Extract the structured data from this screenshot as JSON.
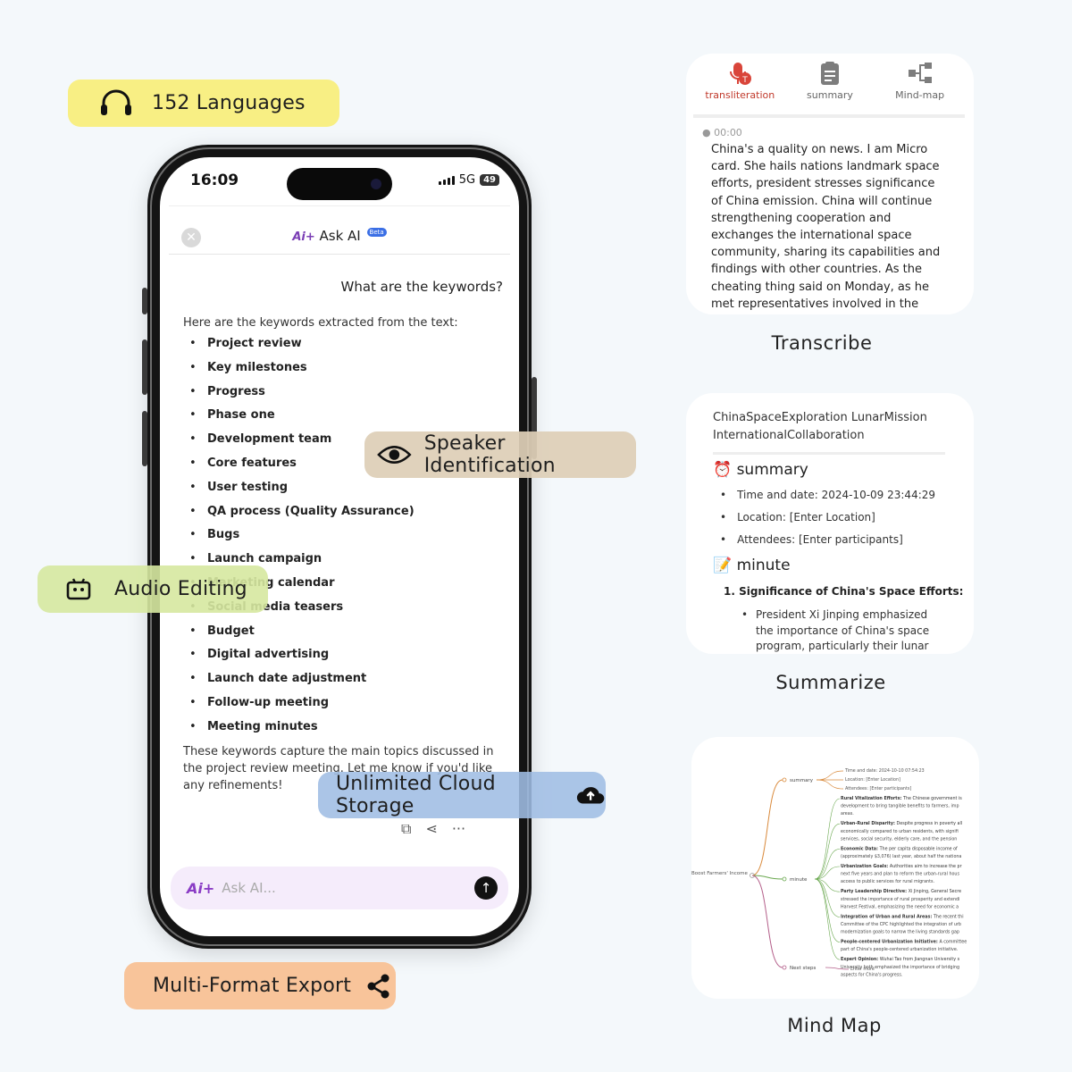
{
  "badges": {
    "languages": "152 Languages",
    "speaker": "Speaker Identification",
    "audio": "Audio Editing",
    "cloud": "Unlimited Cloud Storage",
    "export": "Multi-Format Export"
  },
  "phone": {
    "status": {
      "time": "16:09",
      "network": "5G",
      "battery": "49"
    },
    "header": {
      "logo": "Ai+",
      "title": "Ask AI",
      "badge": "Beta"
    },
    "question": "What are the keywords?",
    "intro": "Here are the keywords extracted from the text:",
    "keywords": [
      "Project review",
      "Key milestones",
      "Progress",
      "Phase one",
      "Development team",
      "Core features",
      "User testing",
      "QA process (Quality Assurance)",
      "Bugs",
      "Launch campaign",
      "Marketing calendar",
      "Social media teasers",
      "Budget",
      "Digital advertising",
      "Launch date adjustment",
      "Follow-up meeting",
      "Meeting minutes"
    ],
    "closing": "These keywords capture the main topics discussed in the project review meeting. Let me know if you'd like any refinements!",
    "input": {
      "logo": "Ai+",
      "placeholder": "Ask AI..."
    }
  },
  "transcribe": {
    "tabs": [
      {
        "label": "transliteration",
        "icon": "mic-icon"
      },
      {
        "label": "summary",
        "icon": "document-icon"
      },
      {
        "label": "Mind-map",
        "icon": "mindmap-icon"
      }
    ],
    "timestamp": "00:00",
    "text": "China's a quality on news. I am Micro card. She hails nations landmark space efforts, president stresses significance of China emission. China will continue strengthening cooperation and exchanges the international space community, sharing its capabilities and findings with other countries. As the cheating thing said on Monday, as he met representatives involved in the",
    "caption": "Transcribe"
  },
  "summarize": {
    "keywords": "ChinaSpaceExploration LunarMission InternationalCollaboration",
    "summary_heading": "summary",
    "items": [
      "Time and date: 2024-10-09 23:44:29",
      "Location: [Enter Location]",
      "Attendees: [Enter participants]"
    ],
    "minute_heading": "minute",
    "numbered": "1. Significance of China's Space Efforts:",
    "sub": "President Xi Jinping emphasized the importance of China's space program, particularly their lunar",
    "caption": "Summarize"
  },
  "mindmap": {
    "root": "Boost Farmers' Income",
    "branches": [
      "summary",
      "minute",
      "Next steps"
    ],
    "summary_leaves": [
      "Time and date: 2024-10-10 07:54:23",
      "Location: [Enter Location]",
      "Attendees: [Enter participants]"
    ],
    "minute_leaves": [
      {
        "title": "Rural Vitalization Efforts:",
        "body": [
          "The Chinese government is",
          "development to bring tangible benefits to farmers, imp",
          "areas."
        ]
      },
      {
        "title": "Urban-Rural Disparity:",
        "body": [
          "Despite progress in poverty all",
          "economically compared to urban residents, with signifi",
          "services, social security, elderly care, and the pension"
        ]
      },
      {
        "title": "Economic Data:",
        "body": [
          "The per capita disposable income of",
          "(approximately $3,076) last year, about half the nationa"
        ]
      },
      {
        "title": "Urbanization Goals:",
        "body": [
          "Authorities aim to increase the pr",
          "next five years and plan to reform the urban-rural hous",
          "access to public services for rural migrants."
        ]
      },
      {
        "title": "Party Leadership Directive:",
        "body": [
          "Xi Jinping, General Secre",
          "stressed the importance of rural prosperity and extendi",
          "Harvest Festival, emphasizing the need for economic a"
        ]
      },
      {
        "title": "Integration of Urban and Rural Areas:",
        "body": [
          "The recent thi",
          "Committee of the CPC highlighted the integration of urb",
          "modernization goals to narrow the living standards gap"
        ]
      },
      {
        "title": "People-centered Urbanization Initiative:",
        "body": [
          "A committee",
          "part of China's people-centered urbanization initiative."
        ]
      },
      {
        "title": "Expert Opinion:",
        "body": [
          "Wuhai Tao from Jiangnan University s",
          "University both emphasized the importance of bridging",
          "aspects for China's progress."
        ]
      }
    ],
    "next_leaf": "Enter more",
    "caption": "Mind Map"
  }
}
